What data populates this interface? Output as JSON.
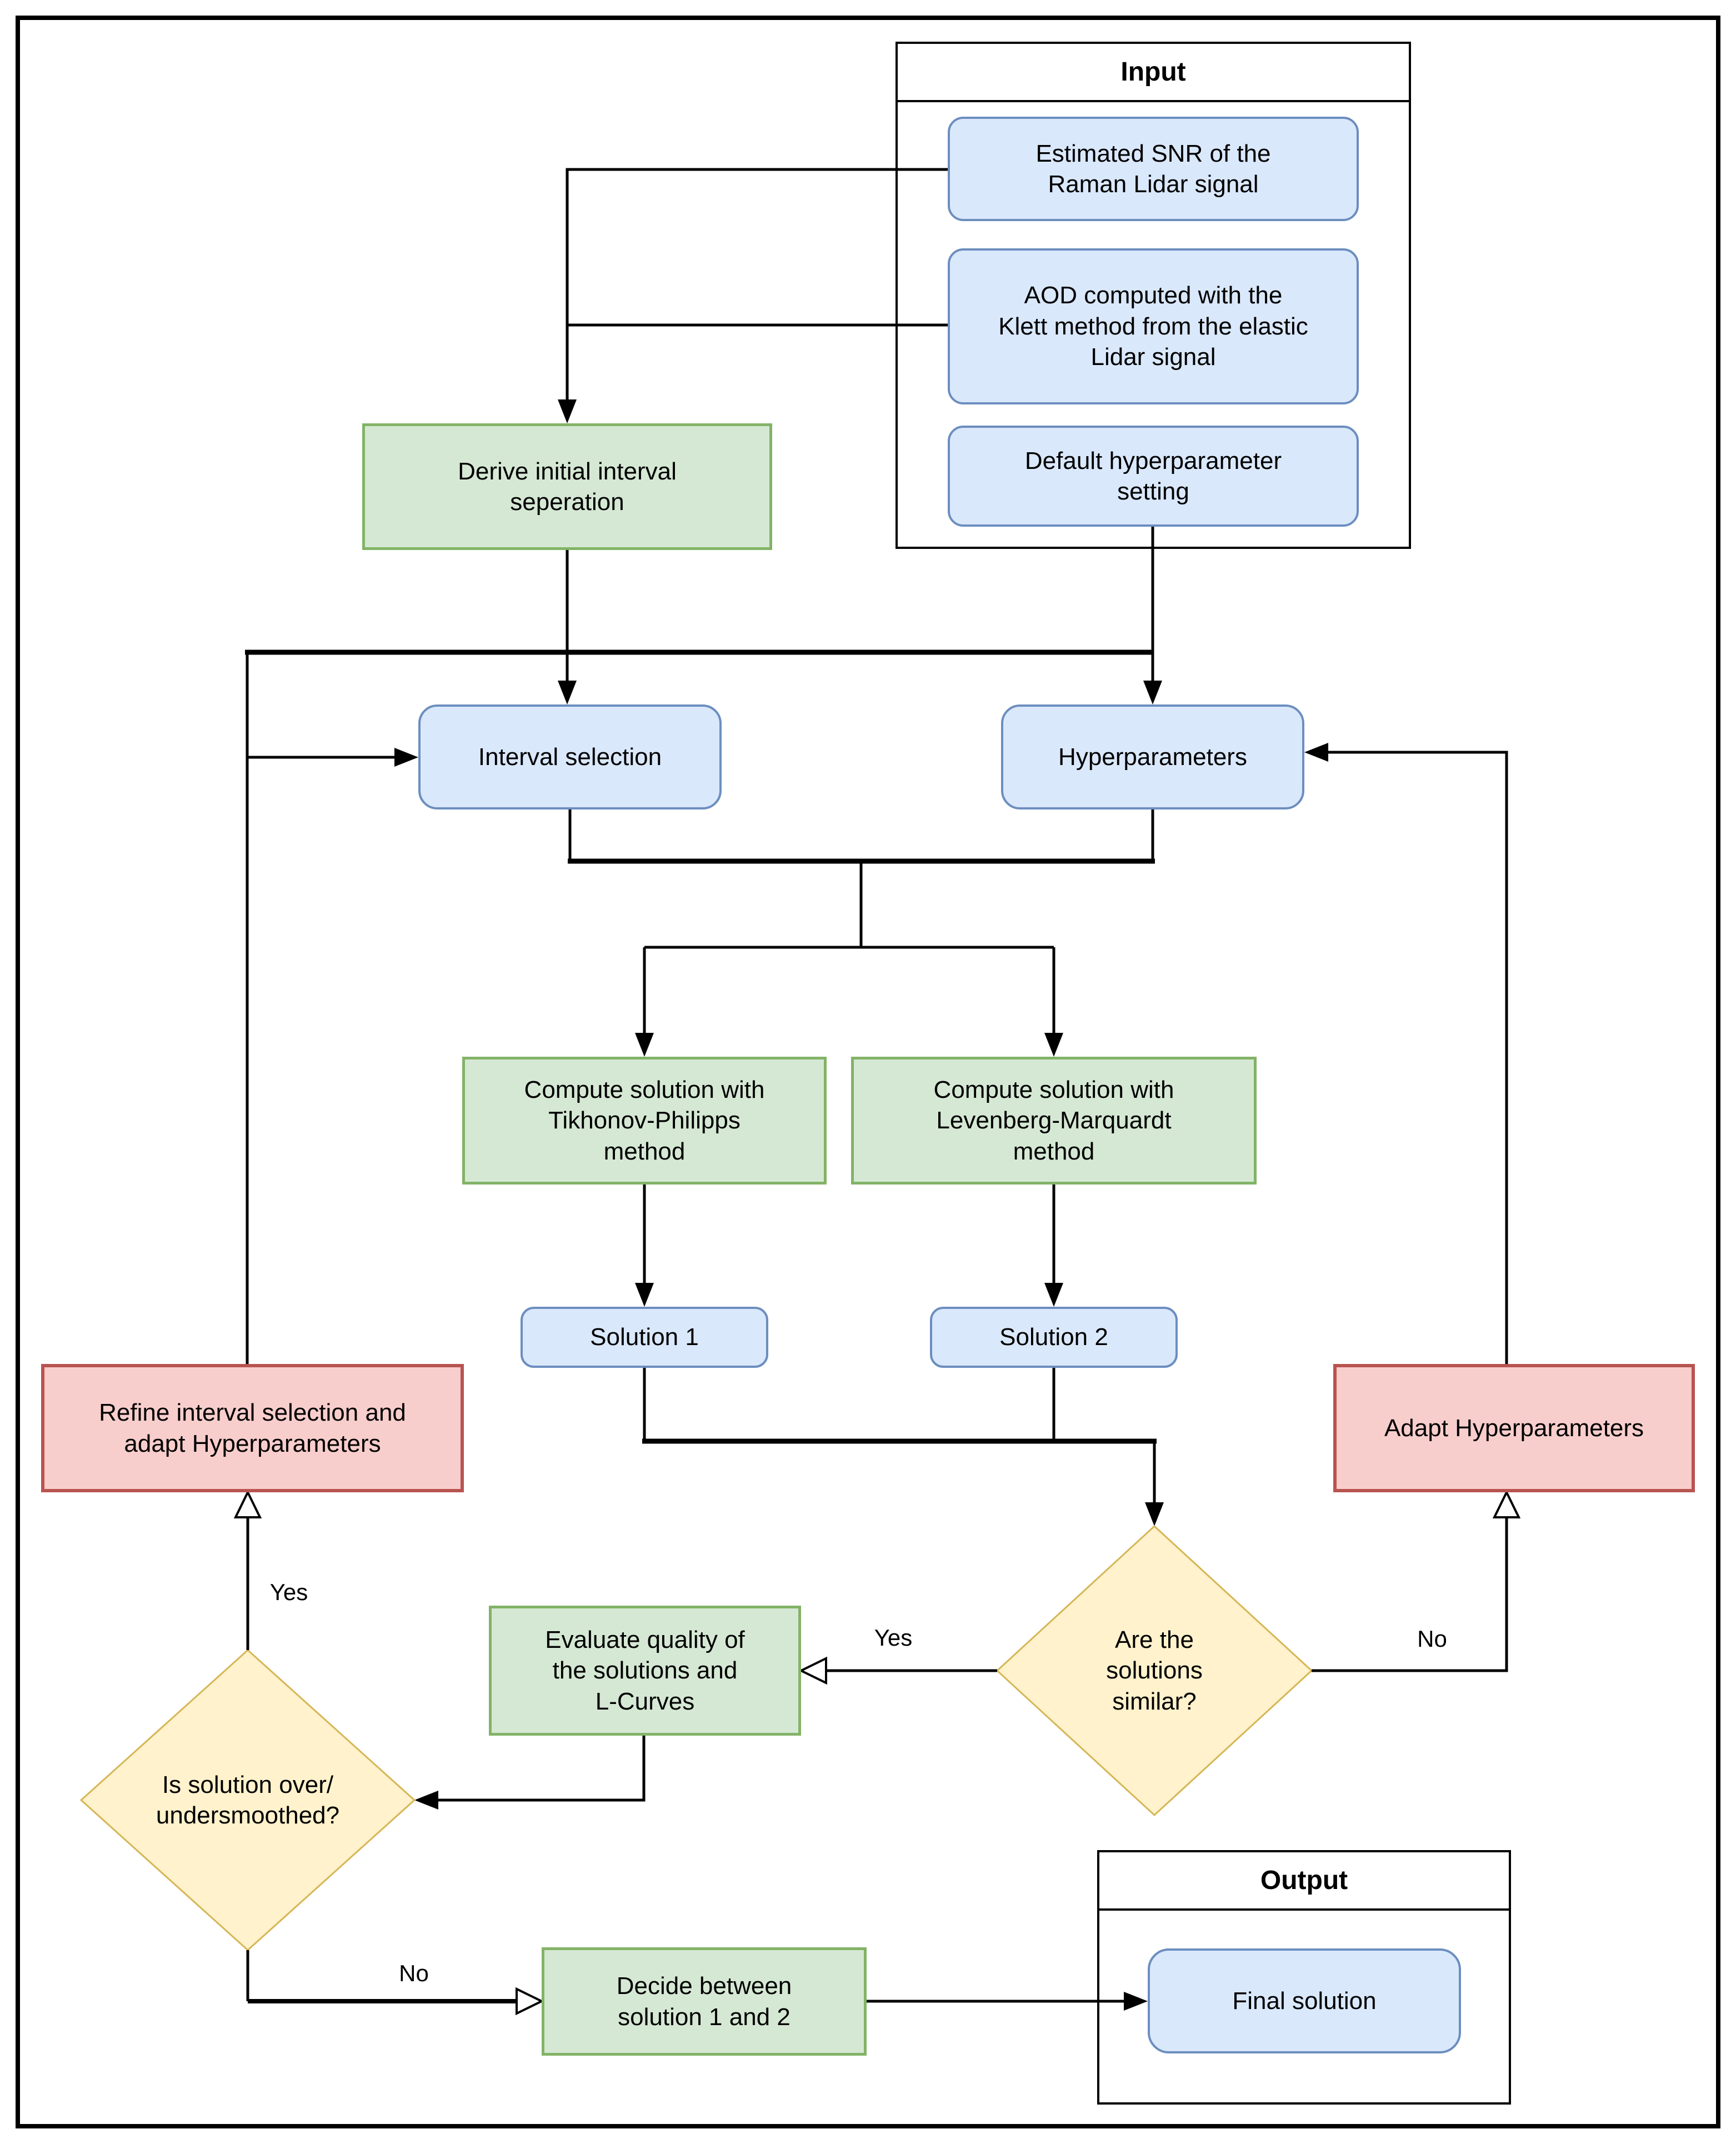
{
  "containers": {
    "input": {
      "title": "Input"
    },
    "output": {
      "title": "Output"
    }
  },
  "nodes": {
    "snr": {
      "label": "Estimated SNR of the\nRaman Lidar signal",
      "type": "data-blue"
    },
    "aod": {
      "label": "AOD computed with the\nKlett method from the elastic\nLidar signal",
      "type": "data-blue"
    },
    "default_hp": {
      "label": "Default hyperparameter\nsetting",
      "type": "data-blue"
    },
    "derive": {
      "label": "Derive initial interval\nseperation",
      "type": "process-green"
    },
    "interval": {
      "label": "Interval selection",
      "type": "data-blue"
    },
    "hyper": {
      "label": "Hyperparameters",
      "type": "data-blue"
    },
    "compute1": {
      "label": "Compute solution with\nTikhonov-Philipps\nmethod",
      "type": "process-green"
    },
    "compute2": {
      "label": "Compute solution with\nLevenberg-Marquardt\nmethod",
      "type": "process-green"
    },
    "sol1": {
      "label": "Solution 1",
      "type": "data-blue"
    },
    "sol2": {
      "label": "Solution 2",
      "type": "data-blue"
    },
    "refine": {
      "label": "Refine interval selection and\nadapt Hyperparameters",
      "type": "action-red"
    },
    "adapt": {
      "label": "Adapt Hyperparameters",
      "type": "action-red"
    },
    "similar": {
      "label": "Are the\nsolutions\nsimilar?",
      "type": "decision-yellow"
    },
    "evaluate": {
      "label": "Evaluate quality of\nthe solutions and\nL-Curves",
      "type": "process-green"
    },
    "smooth": {
      "label": "Is solution over/\nundersmoothed?",
      "type": "decision-yellow"
    },
    "decide": {
      "label": "Decide between\nsolution 1 and 2",
      "type": "process-green"
    },
    "final": {
      "label": "Final solution",
      "type": "data-blue"
    }
  },
  "edge_labels": {
    "yes_similar": "Yes",
    "no_similar": "No",
    "yes_smooth": "Yes",
    "no_smooth": "No"
  },
  "colors": {
    "blue_fill": "#dae8fc",
    "blue_stroke": "#6c8ebf",
    "green_fill": "#d5e8d4",
    "green_stroke": "#82b366",
    "red_fill": "#f8cecc",
    "red_stroke": "#b85450",
    "yellow_fill": "#fff2cc",
    "yellow_stroke": "#d6b656",
    "line": "#000000"
  }
}
